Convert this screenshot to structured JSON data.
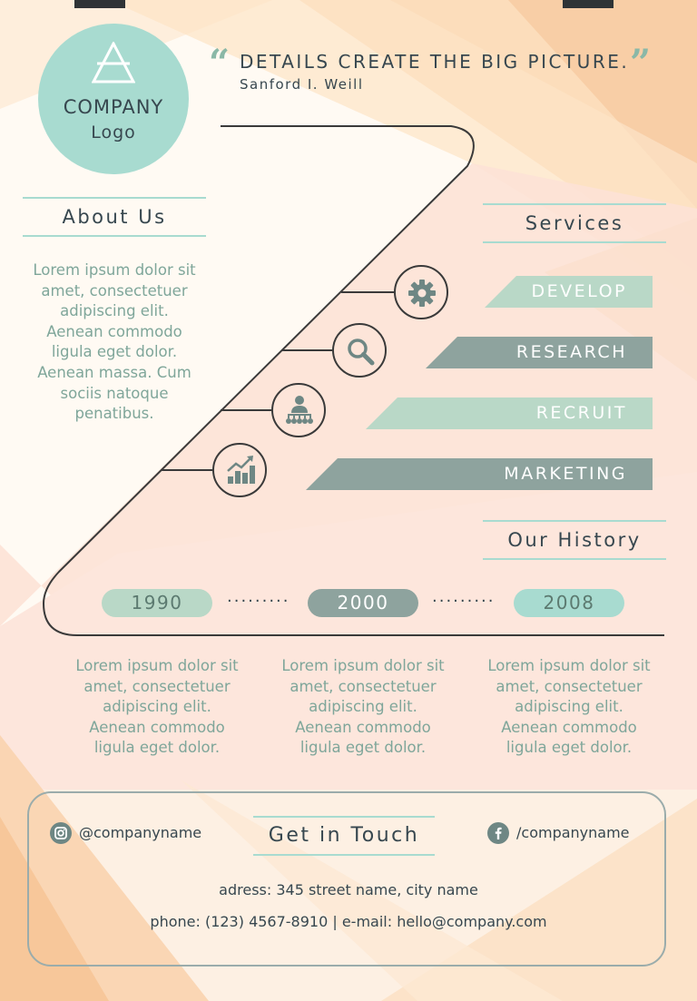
{
  "logo": {
    "line1": "COMPANY",
    "line2": "Logo",
    "icon": "triangle-logo-icon"
  },
  "quote": {
    "text": "DETAILS CREATE THE BIG PICTURE.",
    "author": "Sanford I. Weill"
  },
  "about": {
    "title": "About Us",
    "lines": [
      "Lorem ipsum dolor sit",
      "amet, consectetuer",
      "adipiscing elit.",
      "Aenean commodo",
      "ligula eget dolor.",
      "Aenean massa. Cum",
      "sociis natoque",
      "penatibus."
    ]
  },
  "services": {
    "title": "Services",
    "items": [
      {
        "label": "DEVELOP",
        "icon": "gear-icon",
        "color": "#b9d8c7"
      },
      {
        "label": "RESEARCH",
        "icon": "search-icon",
        "color": "#8ea39e"
      },
      {
        "label": "RECRUIT",
        "icon": "team-icon",
        "color": "#b9d8c7"
      },
      {
        "label": "MARKETING",
        "icon": "chart-growth-icon",
        "color": "#8ea39e"
      }
    ]
  },
  "history": {
    "title": "Our History",
    "years": [
      "1990",
      "2000",
      "2008"
    ],
    "dots": "·········",
    "columns": [
      [
        "Lorem ipsum dolor sit",
        "amet, consectetuer",
        "adipiscing elit.",
        "Aenean commodo",
        "ligula eget dolor."
      ],
      [
        "Lorem ipsum dolor sit",
        "amet, consectetuer",
        "adipiscing elit.",
        "Aenean commodo",
        "ligula eget dolor."
      ],
      [
        "Lorem ipsum dolor sit",
        "amet, consectetuer",
        "adipiscing elit.",
        "Aenean commodo",
        "ligula eget dolor."
      ]
    ]
  },
  "contact": {
    "title": "Get in Touch",
    "instagram": "@companyname",
    "facebook": "/companyname",
    "address": "adress: 345 street name, city name",
    "phone_email": "phone: (123) 4567-8910 | e-mail: hello@company.com"
  },
  "colors": {
    "mint": "#a8dbd0",
    "sage": "#b9d8c7",
    "slate": "#8ea39e",
    "text": "#37474f",
    "body_text": "#7fa69a"
  }
}
